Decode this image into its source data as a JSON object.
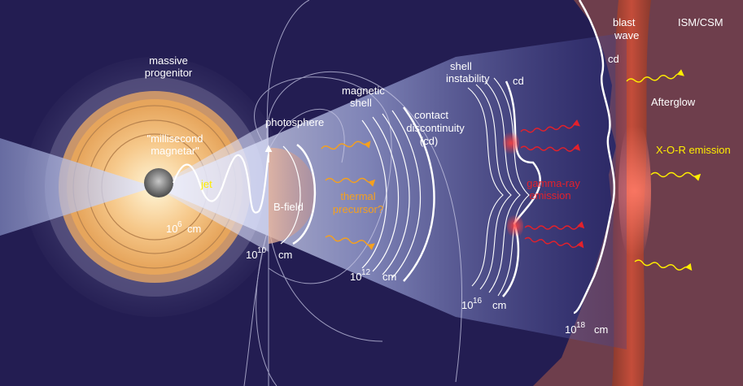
{
  "labels": {
    "massive_progenitor_1": "massive",
    "massive_progenitor_2": "progenitor",
    "magnetar_1": "\"millisecond",
    "magnetar_2": "magnetar\"",
    "jet": "jet",
    "photosphere": "photosphere",
    "b_field": "B-field",
    "magnetic_shell_1": "magnetic",
    "magnetic_shell_2": "shell",
    "thermal_precursor_1": "thermal",
    "thermal_precursor_2": "precursor?",
    "contact_1": "contact",
    "contact_2": "discontinuity",
    "contact_3": "(cd)",
    "shell_instability_1": "shell",
    "shell_instability_2": "instability",
    "cd_inner": "cd",
    "cd_outer": "cd",
    "gamma_1": "gamma-ray",
    "gamma_2": "emission",
    "blast_1": "blast",
    "blast_2": "wave",
    "ism": "ISM/CSM",
    "afterglow": "Afterglow",
    "xor": "X-O-R emission"
  },
  "scales": {
    "r6": {
      "base": "10",
      "exp": "6",
      "unit": "cm"
    },
    "r10": {
      "base": "10",
      "exp": "10",
      "unit": "cm"
    },
    "r12": {
      "base": "10",
      "exp": "12",
      "unit": "cm"
    },
    "r16": {
      "base": "10",
      "exp": "16",
      "unit": "cm"
    },
    "r18": {
      "base": "10",
      "exp": "18",
      "unit": "cm"
    }
  },
  "colors": {
    "background": "#231d52",
    "ism": "#6e3e4c",
    "blast_band": "#8a3a2e",
    "progenitor": "#f0b46e",
    "thermal": "#f5a01e",
    "gamma": "#e3212b",
    "xor": "#ffee00"
  }
}
